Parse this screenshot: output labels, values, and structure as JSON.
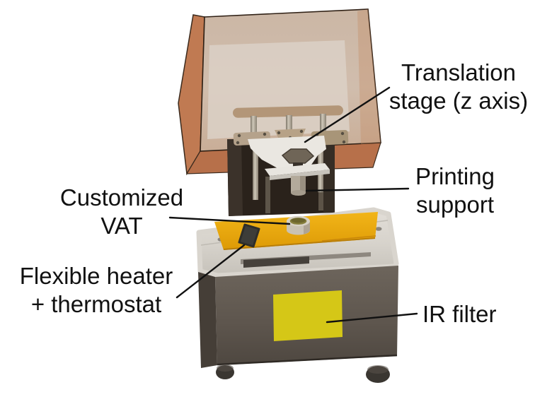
{
  "figure": {
    "description": "Labeled 3D render of a customized resin 3D printer",
    "background": "#ffffff"
  },
  "labels": {
    "translation_stage": {
      "line1": "Translation",
      "line2": "stage (z axis)"
    },
    "printing_support": {
      "line1": "Printing",
      "line2": "support"
    },
    "customized_vat": {
      "line1": "Customized",
      "line2": "VAT"
    },
    "flexible_heater": {
      "line1": "Flexible heater",
      "line2": "+ thermostat"
    },
    "ir_filter": {
      "line1": "IR filter"
    }
  },
  "colors": {
    "hood_side_orange": "#c07a52",
    "hood_bottom_orange": "#b7704a",
    "hood_front_tan": "#cbb6a4",
    "hood_inner_panel": "#dacfc4",
    "hood_edge": "#2f2015",
    "tower_dark": "#2a221b",
    "vat_plate_yellow": "#edaa10",
    "vat_plate_edge": "#b97e08",
    "heater_pad_dark": "#3d3d39",
    "ir_filter_yellow": "#d5c717",
    "base_side_gray": "#453e37",
    "platform_white": "#d9d5ce",
    "label_text": "#111111",
    "leader_line": "#111111"
  }
}
